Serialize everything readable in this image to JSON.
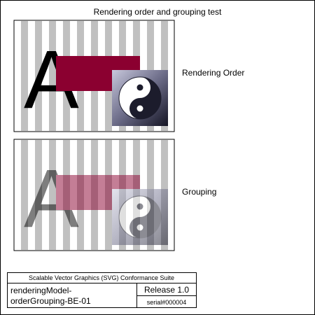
{
  "page": {
    "title": "Rendering order and grouping test"
  },
  "panels": [
    {
      "label": "Rendering Order",
      "glyph": "A"
    },
    {
      "label": "Grouping",
      "glyph": "A",
      "opacity": 0.5
    }
  ],
  "footer": {
    "suite_title": "Scalable Vector Graphics (SVG) Conformance Suite",
    "test_name_line1": "renderingModel-",
    "test_name_line2": "orderGrouping-BE-01",
    "release": "Release 1.0",
    "serial": "serial#000004"
  },
  "colors": {
    "stripe": "#c0c0c0",
    "rect": "#8b0030",
    "tile_light": "#b0b0c8",
    "tile_dark": "#1a1a2a",
    "yin_yang_dark": "#1c1c2c"
  },
  "icons": [
    "yin-yang-icon"
  ]
}
